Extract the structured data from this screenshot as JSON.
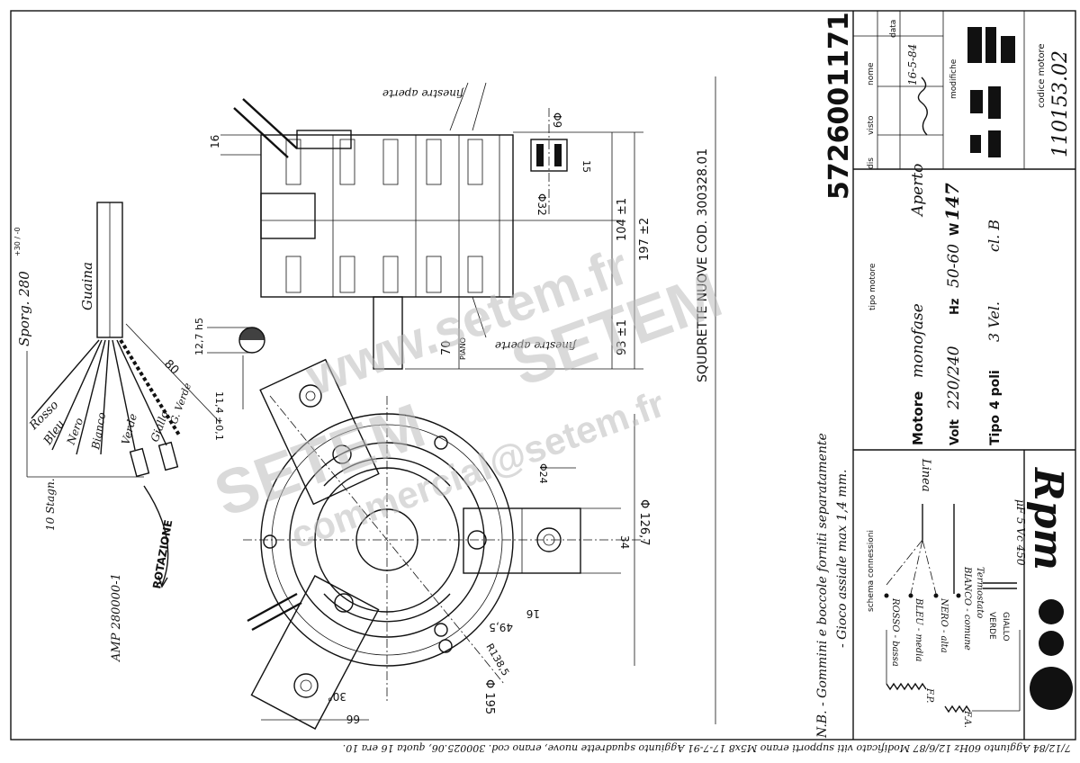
{
  "drawing_number": "5726001171",
  "motor_code": "110153.02",
  "title_block": {
    "nome_label": "nome",
    "data_label": "data",
    "dis_label": "dis",
    "visto_label": "visto",
    "date_value": "16-5-84",
    "modifiche_label": "modifiche",
    "codice_motore_label": "codice motore"
  },
  "motor_spec": {
    "tipo_motore_label": "tipo motore",
    "aperto": "Aperto",
    "motore_label": "Motore",
    "motore_value": "monofase",
    "volt_label": "Volt",
    "volt_value": "220/240",
    "hz_label": "Hz",
    "hz_value": "50-60",
    "watt_label": "W",
    "watt_value": "147",
    "tipo_label": "Tipo",
    "poli_value": "4 poli",
    "vel_label": "3 Vel.",
    "class_label": "cl. B"
  },
  "connections": {
    "title": "schema connessioni",
    "linea": "Linea",
    "rosso": "ROSSO - bassa",
    "bleu": "BLEU - media",
    "nero": "NERO - alta",
    "bianco": "BIANCO - comune",
    "termostato": "Termostato",
    "verde": "VERDE",
    "giallo": "GIALLO",
    "fp": "F.P.",
    "fa": "F.A.",
    "capacitor": "μF 5  Vc 450"
  },
  "brand": "Rpm",
  "notes": {
    "nb": "N.B. - Gommini e boccole forniti separatamente",
    "gioco": "- Gioco assiale max  1,4 mm.",
    "squadrette": "SQUDRETTE NUOVE COD. 300328.01"
  },
  "revisions": "7/12/84 Aggiunto 60Hz   12/6/87 Modificato viti supporti erano M5x8   17-7-91 Aggiunto squadrette nuove, erano cod. 300025.06, quota 16 era 10.",
  "dimensions": {
    "d16_top": "16",
    "phi9": "Φ9",
    "d15": "15",
    "phi32": "Φ32",
    "d104": "104 ±1",
    "d197": "197 ±2",
    "d93": "93 ±1",
    "d70": "70",
    "piano": "PIANO",
    "d127": "12,7 h5",
    "d114": "11,4 ±0,1",
    "phi24": "Φ24",
    "d34": "34",
    "phi1267": "Φ 126,7",
    "d16": "16",
    "d495": "49,5",
    "r1385": "R138,5",
    "phi195": "Φ 195",
    "d30": "30°",
    "d66": "66",
    "d80": "80",
    "finestre_top": "finestre aperte",
    "finestre_bot": "finestre aperte"
  },
  "wires": {
    "sporg": "Sporg. 280",
    "sporg_tol": "+30 / -0",
    "guaina": "Guaina",
    "rosso": "Rosso",
    "bleu": "Bleu",
    "nero": "Nero",
    "bianco": "Bianco",
    "verde": "Verde",
    "giallo": "Giallo",
    "giallo_verde": "G. Verde",
    "stagno": "10 Stagn.",
    "amp": "AMP 280000-1",
    "rotazione": "ROTAZIONE"
  },
  "watermarks": {
    "w1": "www.setem.fr",
    "w2": "SETEM",
    "w3": "SETEM",
    "w4": "commercial@setem.fr"
  }
}
